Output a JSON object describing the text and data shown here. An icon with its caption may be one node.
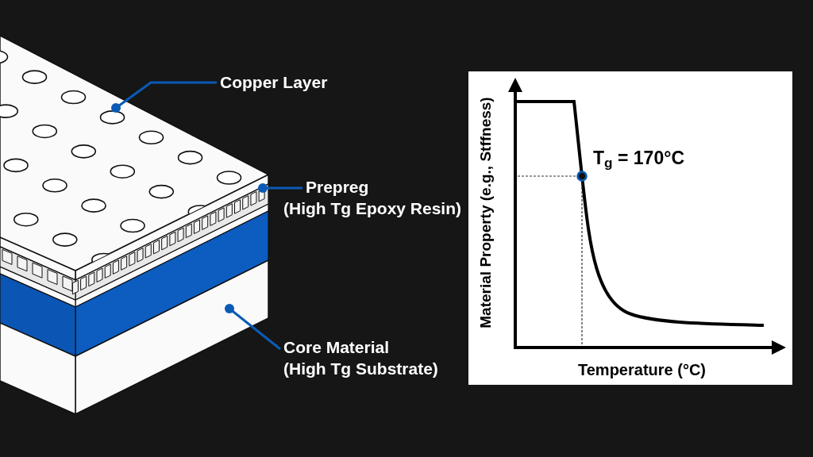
{
  "diagram": {
    "nodes": [
      {
        "text": [
          "Copper Layer"
        ]
      },
      {
        "text": [],
        "shape": "box"
      },
      {
        "text": [
          "Prepreg",
          "(High Tg Epoxy Resin)"
        ]
      },
      {
        "text": [],
        "shape": "box"
      },
      {
        "text": [
          "Core Material",
          "(High Tg Substrate)"
        ]
      },
      {
        "text": [],
        "shape": "box"
      }
    ],
    "edges": [
      {
        "from": 0,
        "to": 1,
        "arrow": "other"
      },
      {
        "from": 2,
        "to": 3,
        "arrow": "other"
      },
      {
        "from": 4,
        "to": 5,
        "arrow": "other"
      }
    ],
    "labels": [
      "Material Property (e.g., Stffness)",
      "T$_{g}$ = 170°C",
      "Temperature (°C)"
    ]
  }
}
